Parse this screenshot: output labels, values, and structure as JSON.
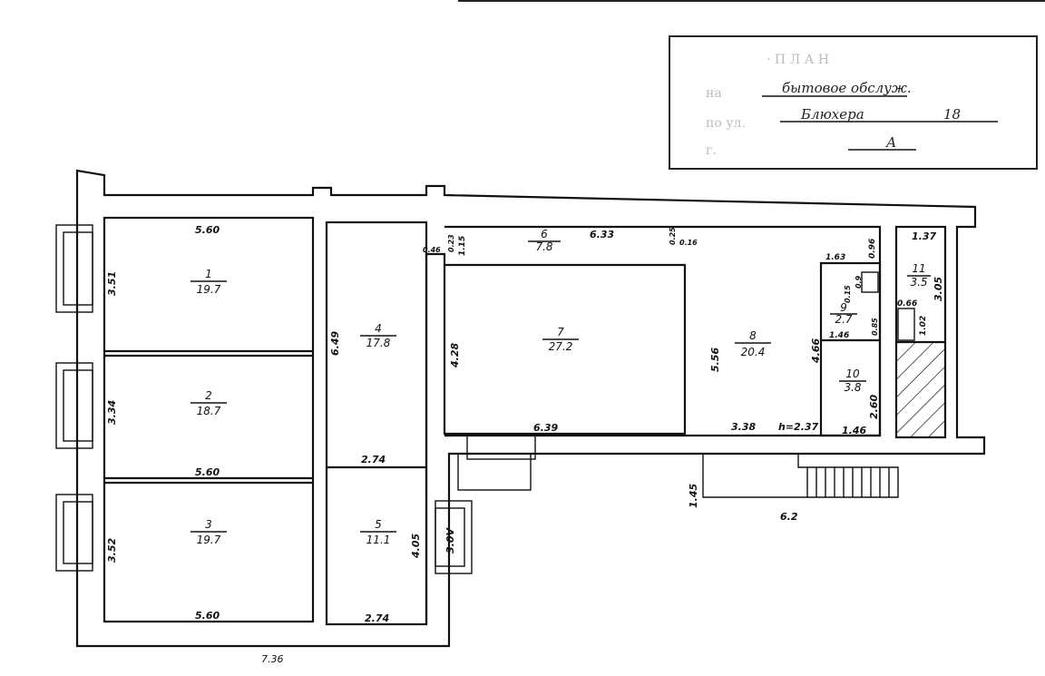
{
  "title_block": {
    "heading": "· П Л А Н",
    "row1_prefix": "на",
    "row1_value": "бытовое обслуж.",
    "row2_prefix": "по ул.",
    "row2_value": "Блюхера",
    "row2_number": "18",
    "row3_prefix": "г.",
    "row3_value": "А"
  },
  "rooms": [
    {
      "id": "1",
      "area": "19.7"
    },
    {
      "id": "2",
      "area": "18.7"
    },
    {
      "id": "3",
      "area": "19.7"
    },
    {
      "id": "4",
      "area": "17.8"
    },
    {
      "id": "5",
      "area": "11.1"
    },
    {
      "id": "6",
      "area": "7.8"
    },
    {
      "id": "7",
      "area": "27.2"
    },
    {
      "id": "8",
      "area": "20.4"
    },
    {
      "id": "9",
      "area": "2.7"
    },
    {
      "id": "10",
      "area": "3.8"
    },
    {
      "id": "11",
      "area": "3.5"
    }
  ],
  "dimensions": {
    "r1_top": "5.60",
    "r1_side": "3.51",
    "r2_side": "3.34",
    "r2_bottom": "5.60",
    "r3_side": "3.52",
    "r3_bottom": "5.60",
    "r4_side": "6.49",
    "r4_bottom": "2.74",
    "r5_side": "4.05",
    "r5_bottom": "2.74",
    "window": "3.0V",
    "r6_top": "6.33",
    "d_046": "0.46",
    "d_023": "0.23",
    "d_115": "1.15",
    "d_025": "0.25",
    "d_016": "0.16",
    "r7_side": "4.28",
    "r7_bottom": "6.39",
    "r8_side": "5.56",
    "r8_bottom": "3.38",
    "height": "h=2.37",
    "r9_top": "1.63",
    "d_096": "0.96",
    "d_09": "0.9",
    "d_015": "0.15",
    "d_085": "0.85",
    "r9_bottom": "1.46",
    "r10_side_left": "4.66",
    "r10_side": "2.60",
    "r10_bottom": "1.46",
    "r11_top": "1.37",
    "r11_side": "3.05",
    "d_066": "0.66",
    "d_102": "1.02",
    "stair_side": "1.45",
    "stair_bottom": "6.2",
    "total_bottom": "7.36"
  }
}
